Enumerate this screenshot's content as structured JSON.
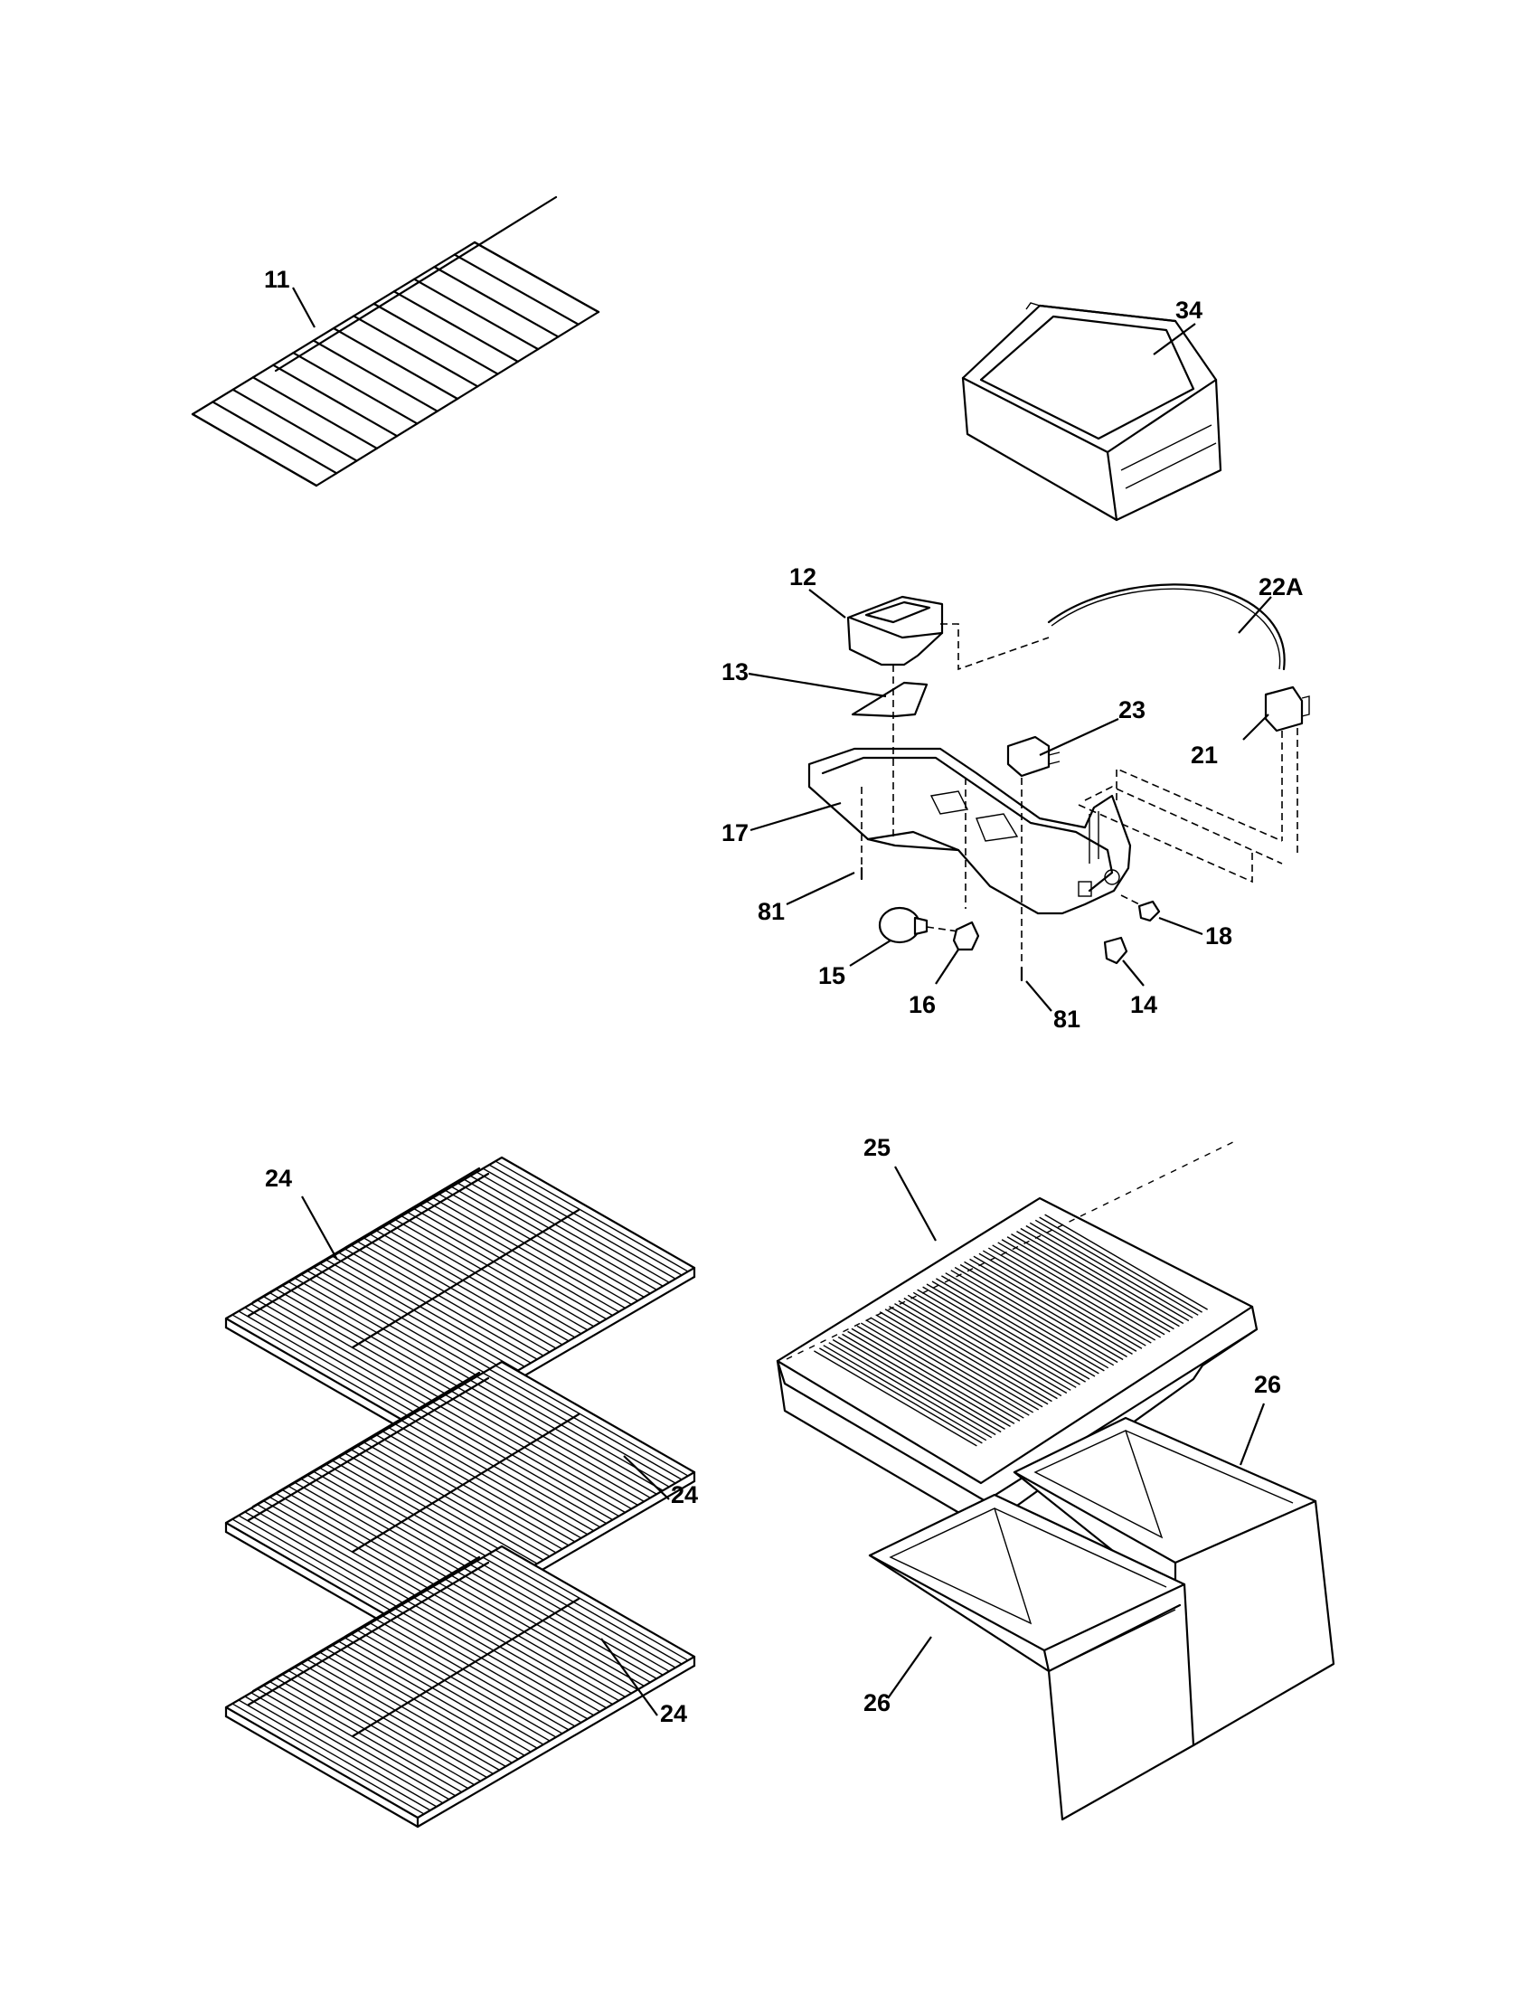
{
  "diagram": {
    "callouts": {
      "c11": "11",
      "c34": "34",
      "c12": "12",
      "c22a": "22A",
      "c13": "13",
      "c23": "23",
      "c21": "21",
      "c17": "17",
      "c81a": "81",
      "c18": "18",
      "c15": "15",
      "c16": "16",
      "c81b": "81",
      "c14": "14",
      "c24a": "24",
      "c25": "25",
      "c26a": "26",
      "c24b": "24",
      "c24c": "24",
      "c26b": "26"
    },
    "parts": [
      "wire-shelf",
      "ice-bin",
      "control-housing",
      "light-shield",
      "capillary-tube",
      "thermostat",
      "damper-control",
      "housing",
      "screw",
      "light-bulb",
      "socket",
      "switch",
      "knob",
      "refrigerator-shelf",
      "crisper-cover",
      "crisper-pan"
    ]
  }
}
